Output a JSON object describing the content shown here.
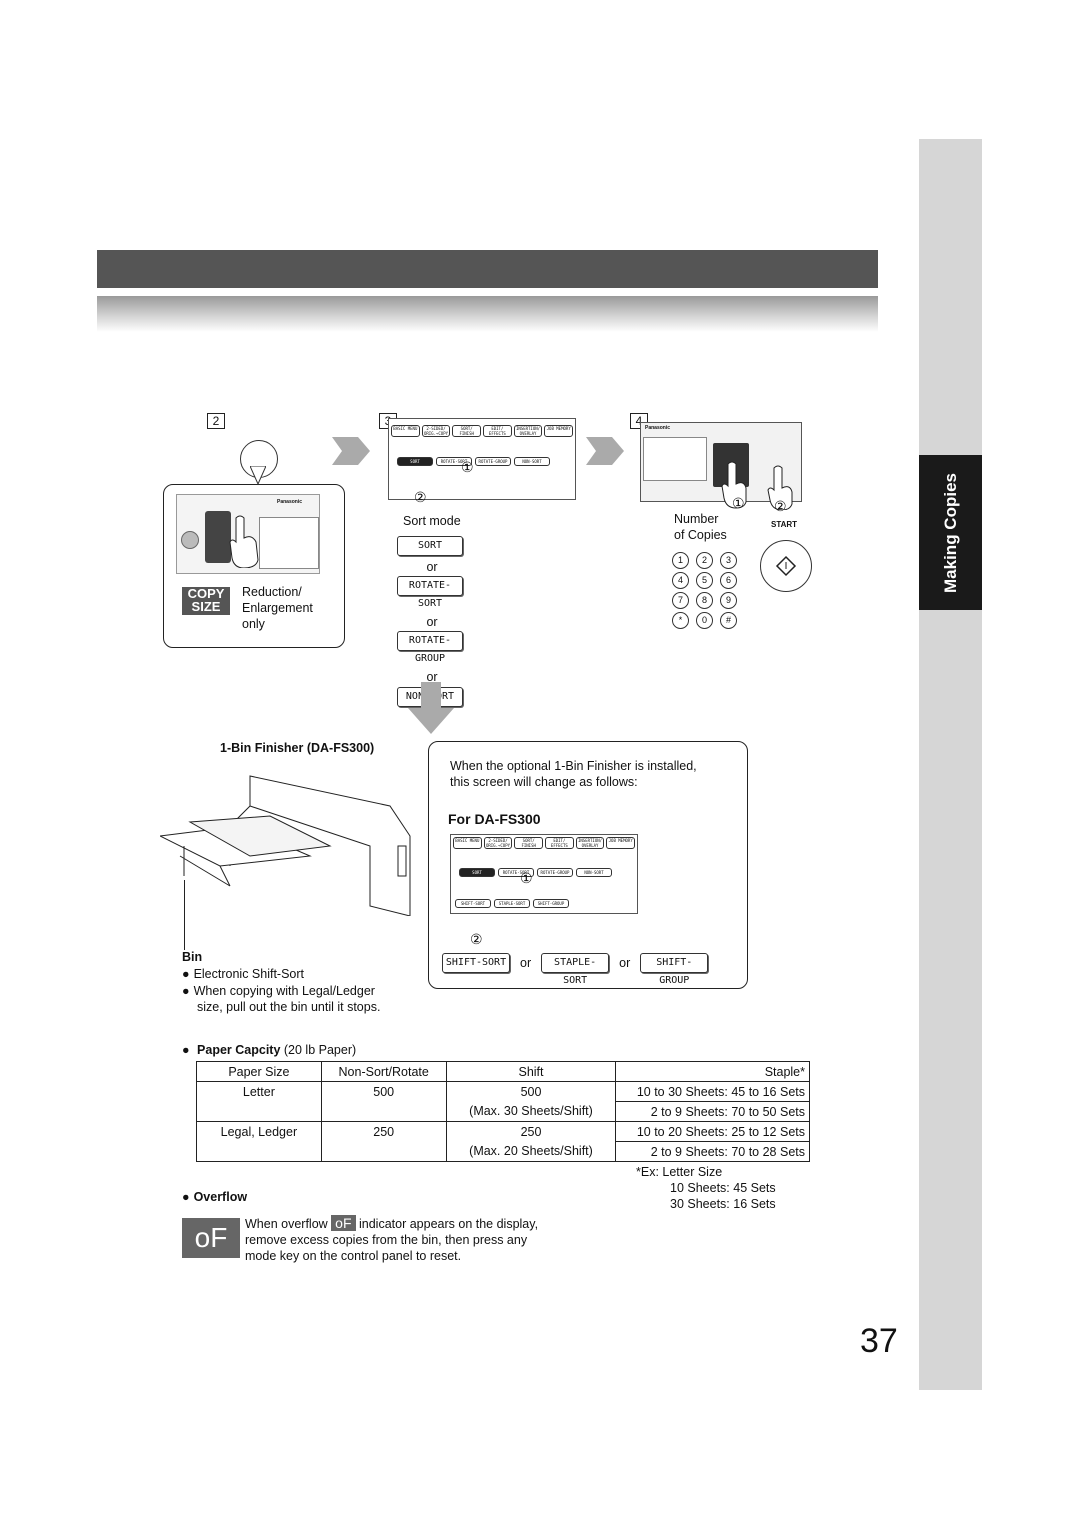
{
  "side_tab": {
    "label": "Making Copies"
  },
  "steps": {
    "s2": "2",
    "s3": "3",
    "s4": "4"
  },
  "step2": {
    "copy_badge_line1": "COPY",
    "copy_badge_line2": "SIZE",
    "desc_line1": "Reduction/",
    "desc_line2": "Enlargement",
    "desc_line3": "only"
  },
  "step3": {
    "tabs": [
      "BASIC MENU",
      "2-SIDED/ ORIG.→COPY",
      "SORT/ FINISH",
      "EDIT/ EFFECTS",
      "INSERTION/ OVERLAY",
      "JOB MEMORY"
    ],
    "sort_keys": [
      "SORT",
      "ROTATE-SORT",
      "ROTATE-GROUP",
      "NON-SORT"
    ],
    "circle1": "①",
    "circle2": "②",
    "title": "Sort mode",
    "keys": [
      "SORT",
      "ROTATE-SORT",
      "ROTATE-GROUP",
      "NON-SORT"
    ],
    "or": "or"
  },
  "step4": {
    "brand": "Panasonic",
    "desc_line1": "Number",
    "desc_line2": "of Copies",
    "start": "START",
    "circle1": "①",
    "circle2": "②",
    "numpad": [
      "1",
      "2",
      "3",
      "4",
      "5",
      "6",
      "7",
      "8",
      "9",
      "*",
      "0",
      "#"
    ]
  },
  "finisher": {
    "title": "1-Bin Finisher (DA-FS300)",
    "bin": "Bin",
    "bullet1": "Electronic Shift-Sort",
    "bullet2_line1": "When copying with Legal/Ledger",
    "bullet2_line2": "size, pull out the bin until it stops."
  },
  "fs300": {
    "note_line1": "When the optional 1-Bin Finisher is installed,",
    "note_line2": "this screen will change as follows:",
    "heading": "For DA-FS300",
    "screen_keys_row2": [
      "SHIFT-SORT",
      "STAPLE-SORT",
      "SHIFT-GROUP"
    ],
    "keys": [
      "SHIFT-SORT",
      "STAPLE-SORT",
      "SHIFT-GROUP"
    ],
    "or": "or",
    "circle1": "①",
    "circle2": "②"
  },
  "paper": {
    "label_bold": "Paper Capcity",
    "label_rest": " (20 lb Paper)",
    "headers": [
      "Paper Size",
      "Non-Sort/Rotate",
      "Shift",
      "Staple*"
    ],
    "rows": [
      [
        "Letter",
        "500",
        "500",
        "10 to 30 Sheets: 45 to 16 Sets"
      ],
      [
        "",
        "",
        "(Max. 30 Sheets/Shift)",
        "2 to 9 Sheets: 70 to 50 Sets"
      ],
      [
        "Legal, Ledger",
        "250",
        "250",
        "10 to 20 Sheets: 25 to 12 Sets"
      ],
      [
        "",
        "",
        "(Max. 20 Sheets/Shift)",
        "2 to 9 Sheets: 70 to 28 Sets"
      ]
    ],
    "footnote_line1": "*Ex: Letter Size",
    "footnote_line2": "10 Sheets: 45 Sets",
    "footnote_line3": "30 Sheets: 16 Sets"
  },
  "overflow": {
    "title": "Overflow",
    "indicator": "oF",
    "line1_pre": "When overflow",
    "line1_post": "indicator appears on the display,",
    "line2": "remove excess copies from the bin, then press any",
    "line3": "mode key on the control panel to reset."
  },
  "page_number": "37"
}
